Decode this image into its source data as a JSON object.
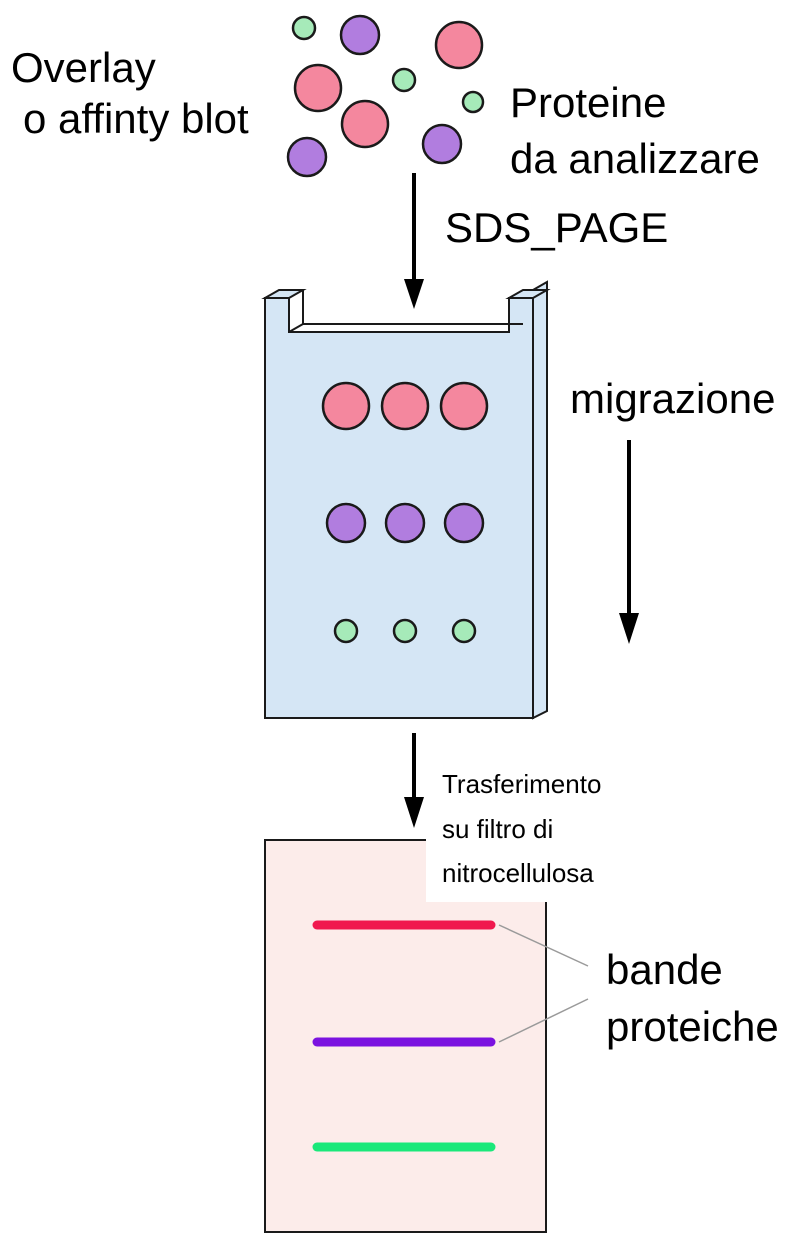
{
  "title": {
    "line1": "Overlay",
    "line2": "o affinty blot"
  },
  "proteins_label": {
    "line1": "Proteine",
    "line2": "da analizzare"
  },
  "step1_label": "SDS_PAGE",
  "migration_label": "migrazione",
  "transfer_label": {
    "line1": "Trasferimento",
    "line2": "su filtro di",
    "line3": "nitrocellulosa"
  },
  "bands_label": {
    "line1": "bande",
    "line2": "proteiche"
  },
  "colors": {
    "large_protein": "#f4879e",
    "medium_protein": "#b17ddf",
    "small_protein": "#a6eab9",
    "gel_fill": "#d5e6f5",
    "membrane_fill": "#fcecea",
    "band_large": "#f0184e",
    "band_medium": "#7b12e0",
    "band_small": "#1ae87a"
  }
}
